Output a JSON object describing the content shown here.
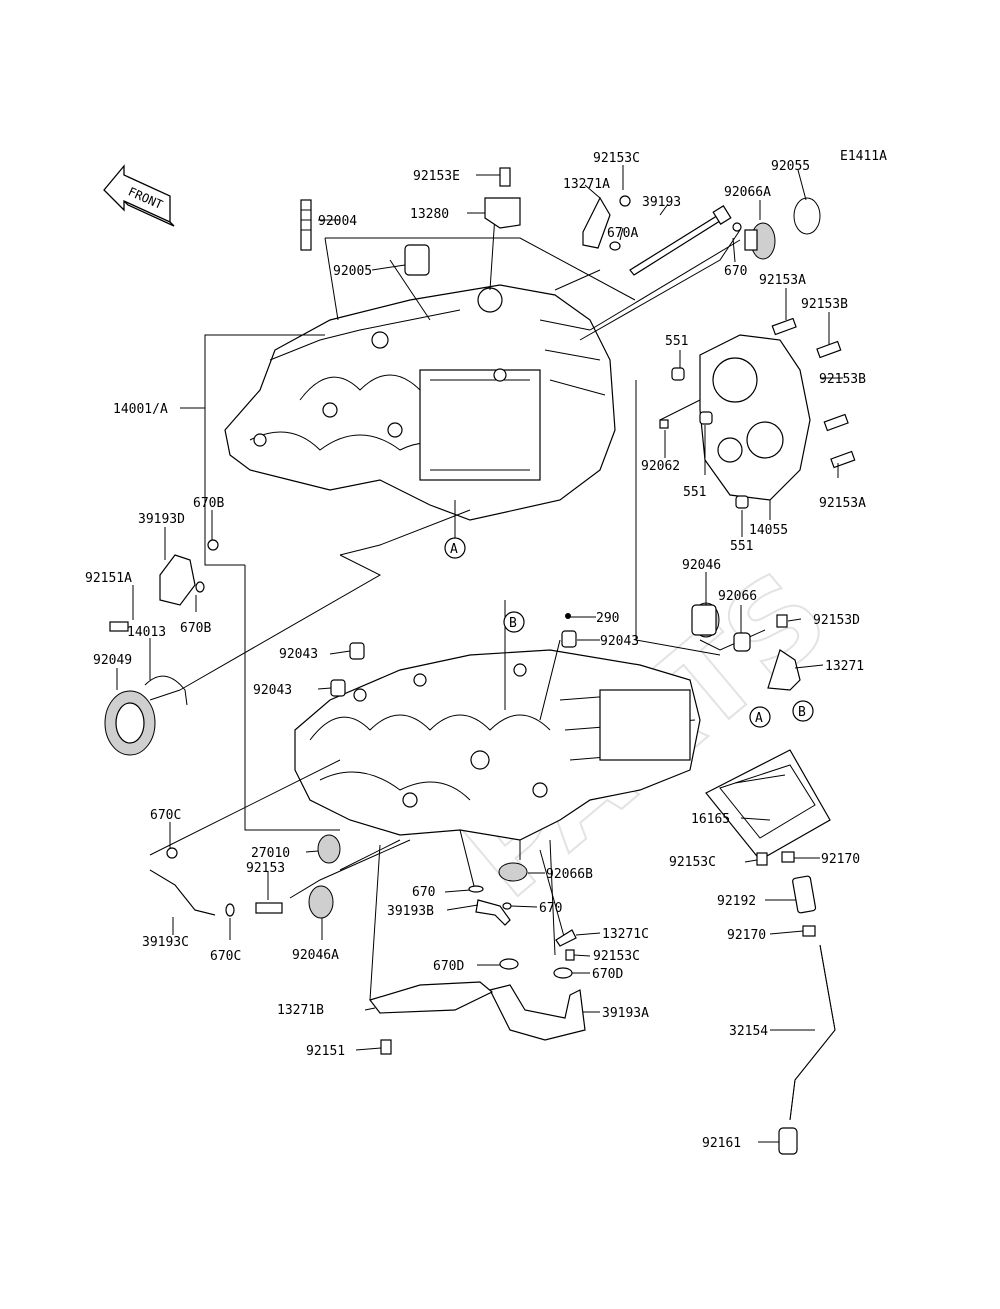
{
  "diagram_code": "E1411A",
  "front_label": "FRONT",
  "watermark": "PARTS",
  "ref_markers": {
    "a_top": "A",
    "a_bottom": "A",
    "b_left": "B",
    "b_right": "B"
  },
  "labels": {
    "l92153E": "92153E",
    "l92153C_top": "92153C",
    "l92055": "92055",
    "l13271A": "13271A",
    "l92066A": "92066A",
    "l92004": "92004",
    "l39193": "39193",
    "l13280": "13280",
    "l670A": "670A",
    "l92005": "92005",
    "l670": "670",
    "l92153A_top": "92153A",
    "l92153B_top": "92153B",
    "l551_top": "551",
    "l14001A": "14001/A",
    "l92153B_mid": "92153B",
    "l92062": "92062",
    "l551_mid": "551",
    "l92153A_bot": "92153A",
    "l670B_top": "670B",
    "l14055": "14055",
    "l39193D": "39193D",
    "l551_bot": "551",
    "l92046": "92046",
    "l92151A": "92151A",
    "l670B_bot": "670B",
    "l92066": "92066",
    "l92153D": "92153D",
    "l14013": "14013",
    "l290": "290",
    "l92049": "92049",
    "l92043_a": "92043",
    "l92043_b": "92043",
    "l92043_c": "92043",
    "l13271": "13271",
    "l670C_top": "670C",
    "l16165": "16165",
    "l27010": "27010",
    "l92066B": "92066B",
    "l92153C_mid": "92153C",
    "l92170_a": "92170",
    "l92153": "92153",
    "l670_b": "670",
    "l670_c": "670",
    "l39193B": "39193B",
    "l92192": "92192",
    "l13271C": "13271C",
    "l39193C": "39193C",
    "l670C_bot": "670C",
    "l92046A": "92046A",
    "l92153C_bot": "92153C",
    "l92170_b": "92170",
    "l670D_a": "670D",
    "l670D_b": "670D",
    "l13271B": "13271B",
    "l39193A": "39193A",
    "l32154": "32154",
    "l92151": "92151",
    "l92161": "92161"
  }
}
